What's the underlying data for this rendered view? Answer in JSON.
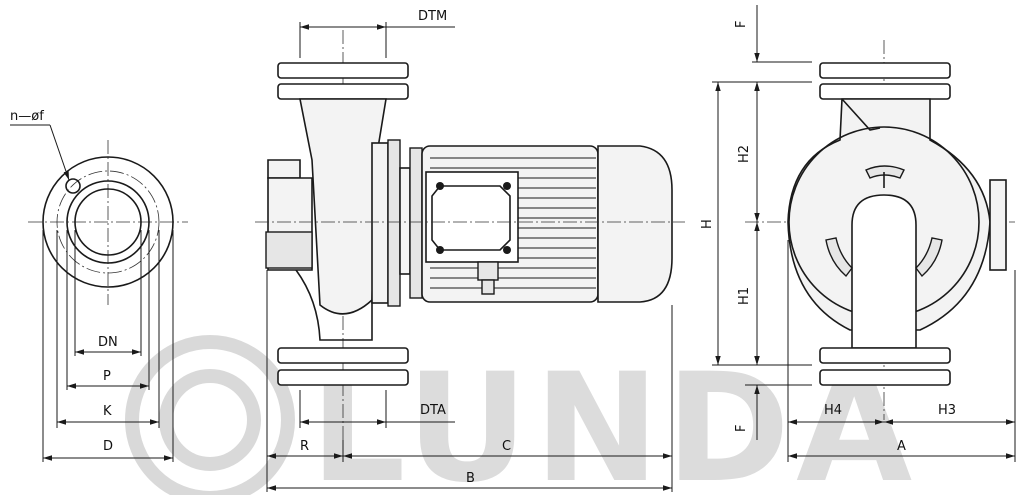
{
  "watermark": {
    "text": "LUNDA"
  },
  "labels": {
    "n_of": "n—øf",
    "DN": "DN",
    "P": "P",
    "K": "K",
    "D": "D",
    "DTM": "DTM",
    "DTA": "DTA",
    "R": "R",
    "C": "C",
    "B": "B",
    "F_top": "F",
    "F_bottom": "F",
    "H": "H",
    "H1": "H1",
    "H2": "H2",
    "H3": "H3",
    "H4": "H4",
    "A": "A"
  }
}
